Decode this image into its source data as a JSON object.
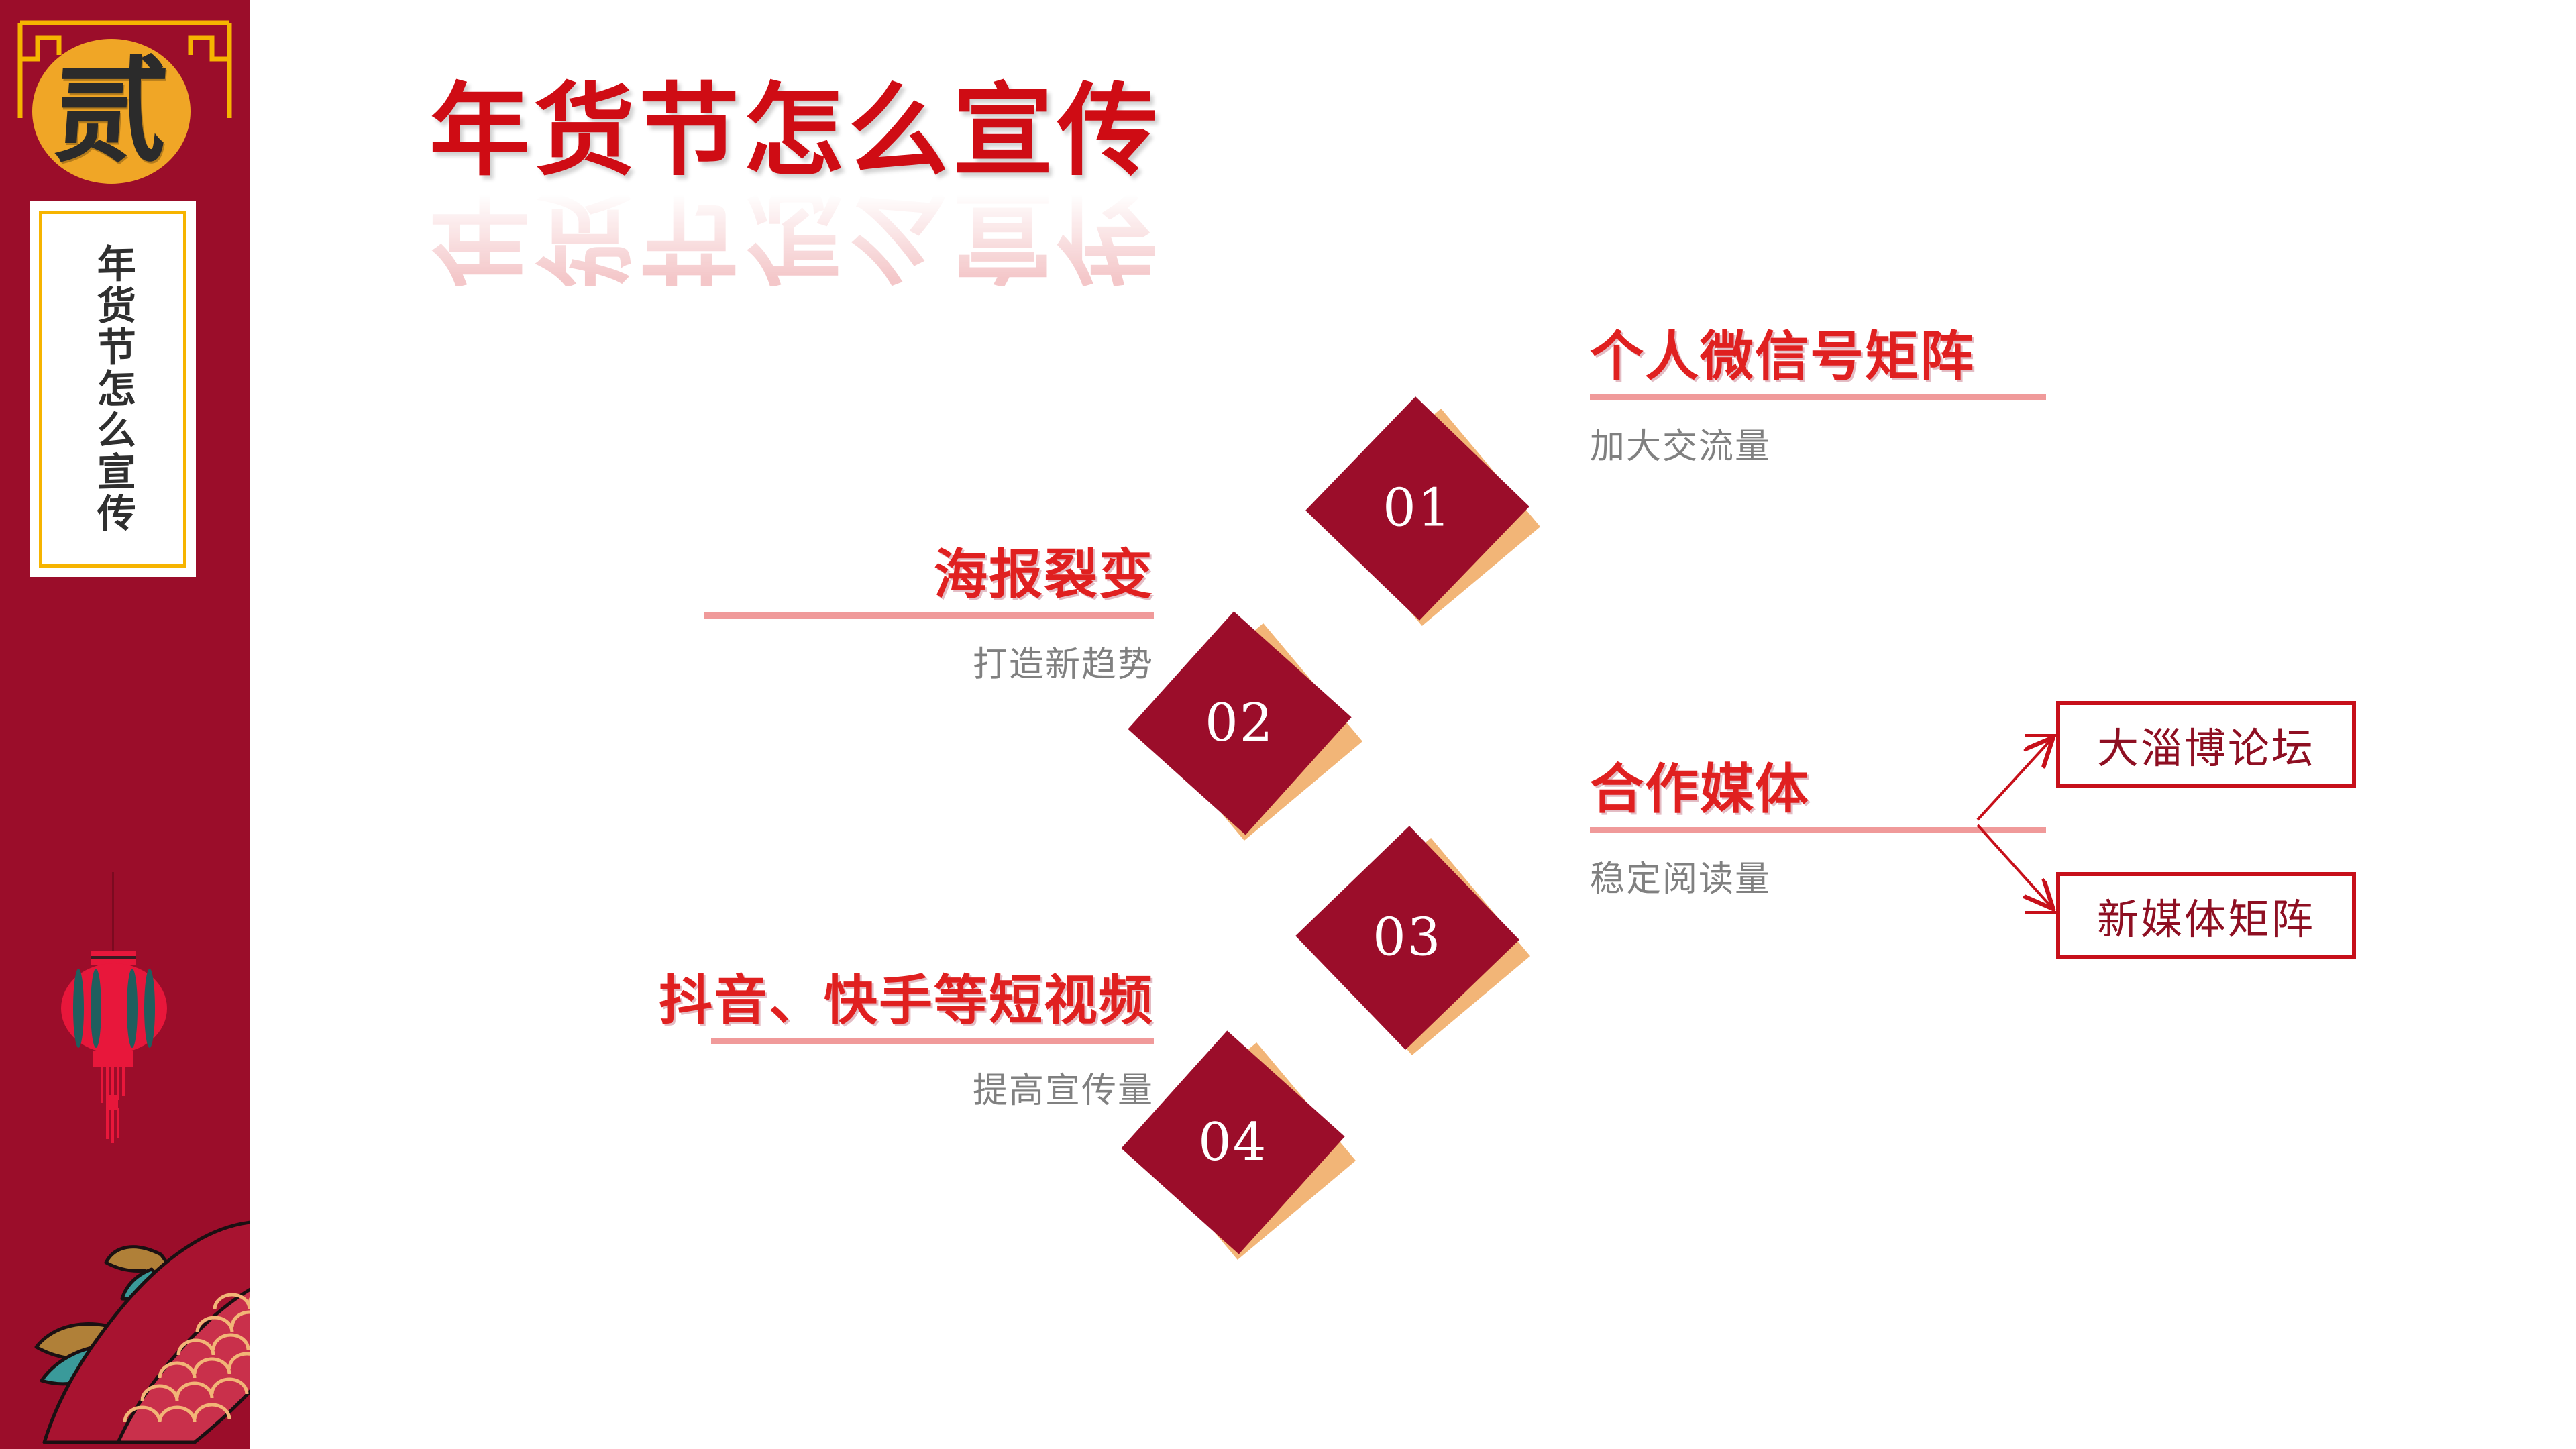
{
  "slide": {
    "title": "年货节怎么宣传",
    "section_number_char": "贰",
    "sidebar_vertical_text": "年货节怎么宣传",
    "background_color": "#ffffff",
    "sidebar_color": "#9b0d2a",
    "accent_gold": "#f6b400",
    "accent_orange": "#f0a626",
    "title_color": "#cf0c14",
    "heading_color": "#e02020",
    "subtext_color": "#808080",
    "diamond_front_color": "#9b0d2a",
    "diamond_back_color": "#f2b577",
    "rule_color": "#f09a9a",
    "branch_border_color": "#c7101a",
    "branch_text_color": "#8e0f22"
  },
  "items": [
    {
      "number": "01",
      "heading": "个人微信号矩阵",
      "subtext": "加大交流量",
      "align": "left"
    },
    {
      "number": "02",
      "heading": "海报裂变",
      "subtext": "打造新趋势",
      "align": "right"
    },
    {
      "number": "03",
      "heading": "合作媒体",
      "subtext": "稳定阅读量",
      "align": "left"
    },
    {
      "number": "04",
      "heading": "抖音、快手等短视频",
      "subtext": "提高宣传量",
      "align": "right"
    }
  ],
  "branches": [
    {
      "label": "大淄博论坛"
    },
    {
      "label": "新媒体矩阵"
    }
  ]
}
